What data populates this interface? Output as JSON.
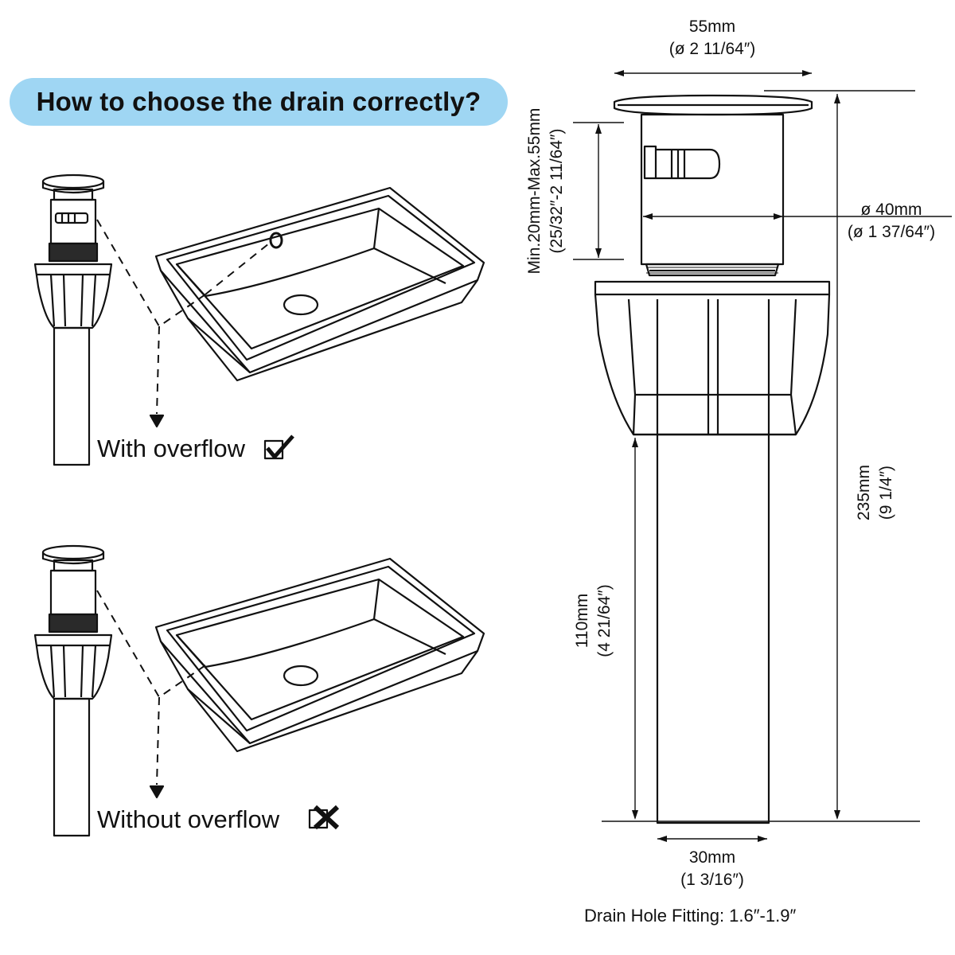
{
  "title": "How to choose the drain correctly?",
  "options": [
    {
      "label": "With overflow",
      "mark": "check-icon"
    },
    {
      "label": "Without overflow",
      "mark": "cross-icon"
    }
  ],
  "dimensions": {
    "top_diameter": {
      "metric": "55mm",
      "imperial": "(ø 2 11/64″)"
    },
    "body_diameter": {
      "metric": "ø 40mm",
      "imperial": "(ø 1 37/64″)"
    },
    "adjust_range": {
      "metric": "Min.20mm-Max.55mm",
      "imperial": "(25/32″-2 11/64″)"
    },
    "total_height": {
      "metric": "235mm",
      "imperial": "(9 1/4″)"
    },
    "pipe_length": {
      "metric": "110mm",
      "imperial": "(4 21/64″)"
    },
    "pipe_diameter": {
      "metric": "30mm",
      "imperial": "(1 3/16″)"
    }
  },
  "footnote": "Drain Hole Fitting: 1.6″-1.9″"
}
